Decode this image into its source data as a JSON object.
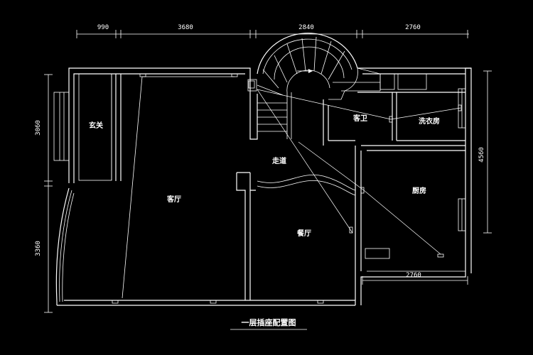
{
  "title": "一层插座配置图",
  "dimensions": {
    "top": [
      "990",
      "3680",
      "2840",
      "2760"
    ],
    "left_upper": "3060",
    "left_lower": "3360",
    "right": "4560",
    "bottom_kitchen": "2760"
  },
  "rooms": {
    "foyer": "玄关",
    "living": "客厅",
    "corridor": "走道",
    "guest_bath": "客卫",
    "laundry": "洗衣房",
    "kitchen": "厨房",
    "dining": "餐厅"
  },
  "colors": {
    "background": "#000000",
    "lines": "#ffffff"
  }
}
